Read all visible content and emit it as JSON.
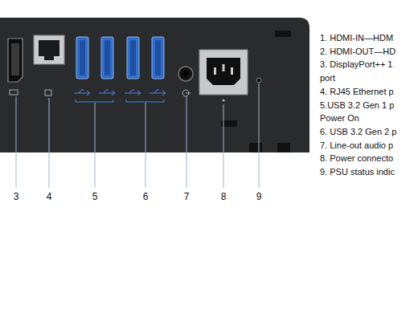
{
  "diagram": {
    "labels": [
      "3",
      "4",
      "5",
      "6",
      "7",
      "8",
      "9",
      "1. HDMI-IN—HDM",
      "2. HDMI-OUT—HD",
      "3. DisplayPort++ 1 port",
      "4. RJ45 Ethernet p",
      "5.USB 3.2 Gen 1 p Power On",
      "6. USB 3.2 Gen 2 p",
      "7. Line-out audio p",
      "8. Power connecto",
      "9. PSU status indic"
    ]
  }
}
